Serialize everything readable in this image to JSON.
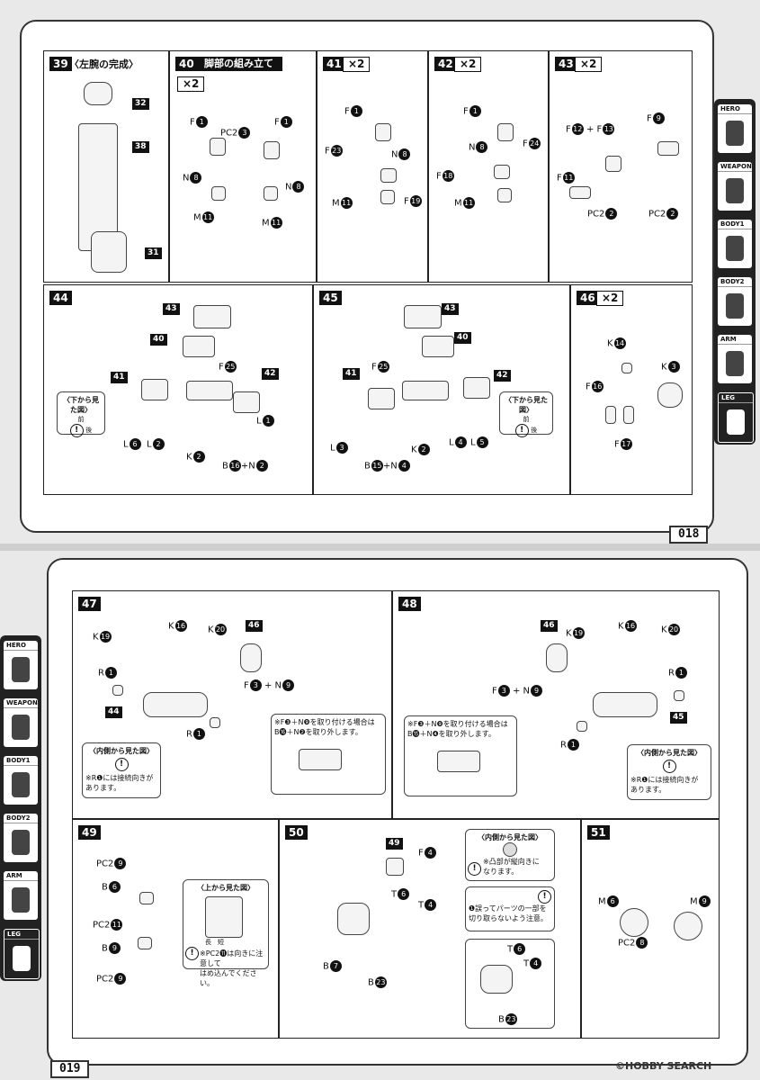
{
  "pages": [
    {
      "page_number": "018"
    },
    {
      "page_number": "019"
    }
  ],
  "sidebar_tabs": [
    "HERO",
    "WEAPON",
    "BODY1",
    "BODY2",
    "ARM",
    "LEG"
  ],
  "steps": {
    "s39": {
      "num": "39",
      "title": "〈左腕の完成〉",
      "tags": [
        "32",
        "38",
        "31"
      ]
    },
    "s40": {
      "num": "40",
      "title": "脚部の組み立て",
      "mult": "×2",
      "labels": {
        "f1a": "F",
        "f1b": "F",
        "pc2": "PC2",
        "n8a": "N",
        "n8b": "N",
        "m11a": "M",
        "m11b": "M"
      },
      "parts": {
        "f1": "1",
        "pc2": "3",
        "n8": "8",
        "m11": "11"
      }
    },
    "s41": {
      "num": "41",
      "mult": "×2",
      "labels": {
        "f": "F",
        "f23": "F",
        "n": "N",
        "f19": "F",
        "m": "M"
      },
      "parts": {
        "f": "1",
        "f23": "23",
        "n": "8",
        "f19": "19",
        "m": "11"
      }
    },
    "s42": {
      "num": "42",
      "mult": "×2",
      "labels": {
        "f": "F",
        "n": "N",
        "f24": "F",
        "f18": "F",
        "m": "M"
      },
      "parts": {
        "f": "1",
        "n": "8",
        "f24": "24",
        "f18": "18",
        "m": "11"
      }
    },
    "s43": {
      "num": "43",
      "mult": "×2",
      "labels": {
        "f12": "F",
        "plus": "+",
        "f13": "F",
        "f9": "F",
        "f11": "F",
        "pc2a": "PC2",
        "pc2b": "PC2"
      },
      "parts": {
        "f12": "12",
        "f13": "13",
        "f9": "9",
        "f11": "11",
        "pc2": "2"
      }
    },
    "s44": {
      "num": "44",
      "tags": [
        "43",
        "40",
        "41",
        "42"
      ],
      "f": "F",
      "f_part": "25",
      "note_title": "〈下から見た図〉",
      "note_front": "前",
      "note_back": "後",
      "labels": {
        "l6": "L",
        "l2": "L",
        "l1": "L",
        "k2": "K",
        "b16": "B",
        "plus": "+",
        "n2": "N"
      },
      "parts": {
        "l6": "6",
        "l2": "2",
        "l1": "1",
        "k2": "2",
        "b16": "16",
        "n2": "2"
      }
    },
    "s45": {
      "num": "45",
      "tags": [
        "43",
        "40",
        "41",
        "42"
      ],
      "f": "F",
      "f_part": "25",
      "note_title": "〈下から見た図〉",
      "note_front": "前",
      "note_back": "後",
      "labels": {
        "l3": "L",
        "k2": "K",
        "l4": "L",
        "l5": "L",
        "b15": "B",
        "plus": "+",
        "n4": "N"
      },
      "parts": {
        "l3": "3",
        "k2": "2",
        "l4": "4",
        "l5": "5",
        "b15": "15",
        "n4": "4"
      }
    },
    "s46": {
      "num": "46",
      "mult": "×2",
      "labels": {
        "k14": "K",
        "k3": "K",
        "f16": "F",
        "f17": "F"
      },
      "parts": {
        "k14": "14",
        "k3": "3",
        "f16": "16",
        "f17": "17"
      }
    },
    "s47": {
      "num": "47",
      "tag_main": "44",
      "tag_46": "46",
      "labels": {
        "k19": "K",
        "k16": "K",
        "k20": "K",
        "r1a": "R",
        "r1b": "R",
        "f3n9": "F",
        "plus": "+",
        "n9": "N"
      },
      "parts": {
        "k19": "19",
        "k16": "16",
        "k20": "20",
        "r1": "1",
        "f3": "3",
        "n9": "9"
      },
      "callout_line1": "※F❸＋N❾を取り付ける場合は",
      "callout_line2": "B⓰＋N❷を取り外します。",
      "inner_title": "〈内側から見た図〉",
      "inner_note1": "※R❶には接続向きが",
      "inner_note2": "あります。"
    },
    "s48": {
      "num": "48",
      "tag_main": "45",
      "tag_46": "46",
      "labels": {
        "k19": "K",
        "k16": "K",
        "k20": "K",
        "r1a": "R",
        "r1b": "R",
        "f3n9": "F",
        "plus": "+",
        "n9": "N"
      },
      "parts": {
        "k19": "19",
        "k16": "16",
        "k20": "20",
        "r1": "1",
        "f3": "3",
        "n9": "9"
      },
      "callout_line1": "※F❸＋N❾を取り付ける場合は",
      "callout_line2": "B⓯＋N❹を取り外します。",
      "inner_title": "〈内側から見た図〉",
      "inner_note1": "※R❶には接続向きが",
      "inner_note2": "あります。"
    },
    "s49": {
      "num": "49",
      "labels": {
        "pc2a": "PC2",
        "b6": "B",
        "pc2b": "PC2",
        "b9": "B",
        "pc2c": "PC2"
      },
      "parts": {
        "pc2a": "9",
        "b6": "6",
        "pc2b": "11",
        "b9": "9",
        "pc2c": "9"
      },
      "note_title": "〈上から見た図〉",
      "note_small1": "長",
      "note_small2": "短",
      "note_line1": "※PC2⓫は向きに注意して",
      "note_line2": "はめ込んでください。"
    },
    "s50": {
      "num": "50",
      "tag": "49",
      "labels": {
        "f4": "F",
        "t6": "T",
        "t4": "T",
        "b7": "B",
        "b23": "B",
        "t6b": "T",
        "t4b": "T",
        "b23b": "B"
      },
      "parts": {
        "f4": "4",
        "t6": "6",
        "t4": "4",
        "b7": "7",
        "b23": "23"
      },
      "inner_title": "〈内側から見た図〉",
      "inner_note1": "※凸部が縦向きに",
      "inner_note2": "なります。",
      "cut_note1": "❶誤ってパーツの一部を",
      "cut_note2": "切り取らないよう注意。"
    },
    "s51": {
      "num": "51",
      "labels": {
        "m6": "M",
        "m9": "M",
        "pc2": "PC2"
      },
      "parts": {
        "m6": "6",
        "m9": "9",
        "pc2": "8"
      }
    }
  },
  "watermark": "©HOBBY SEARCH"
}
